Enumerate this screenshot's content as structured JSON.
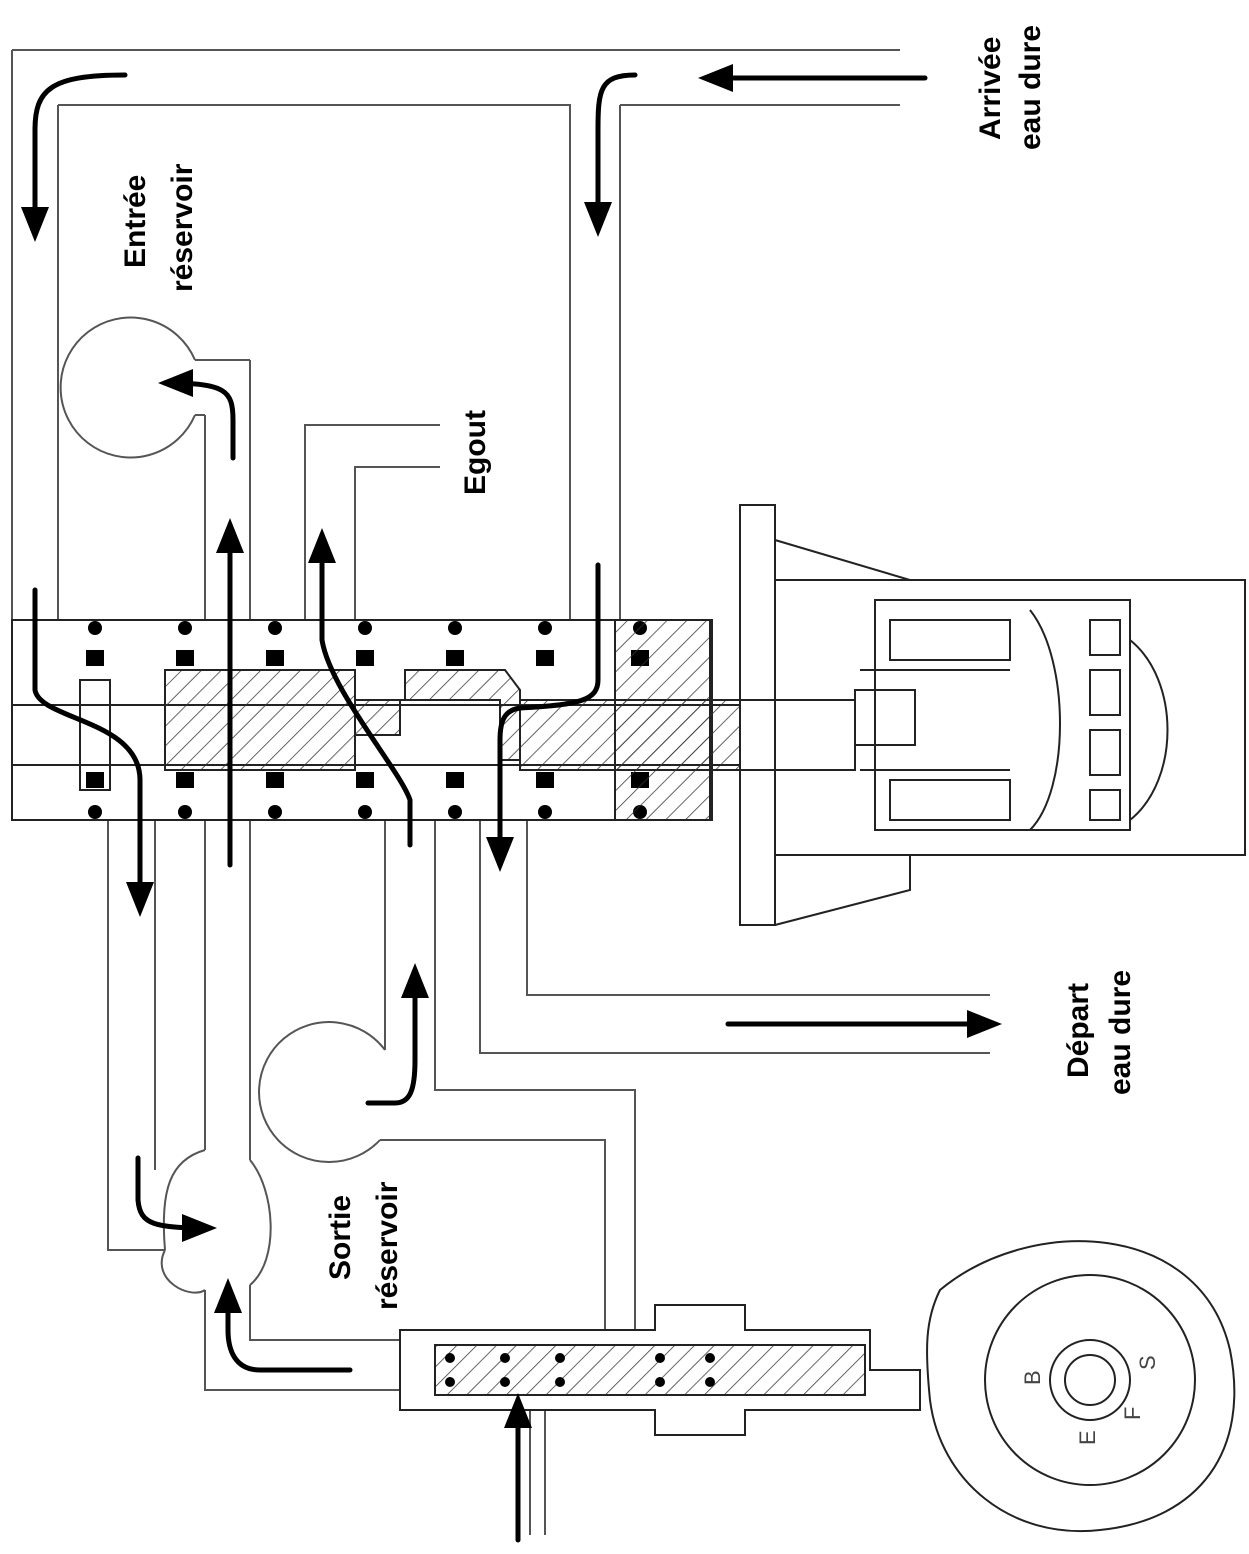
{
  "labels": {
    "arrivee_l1": "Arrivée",
    "arrivee_l2": "eau dure",
    "entree_l1": "Entrée",
    "entree_l2": "réservoir",
    "egout": "Egout",
    "depart_l1": "Départ",
    "depart_l2": "eau dure",
    "sortie_l1": "Sortie",
    "sortie_l2": "réservoir"
  },
  "dial_letters": [
    "B",
    "E",
    "F",
    "S"
  ]
}
